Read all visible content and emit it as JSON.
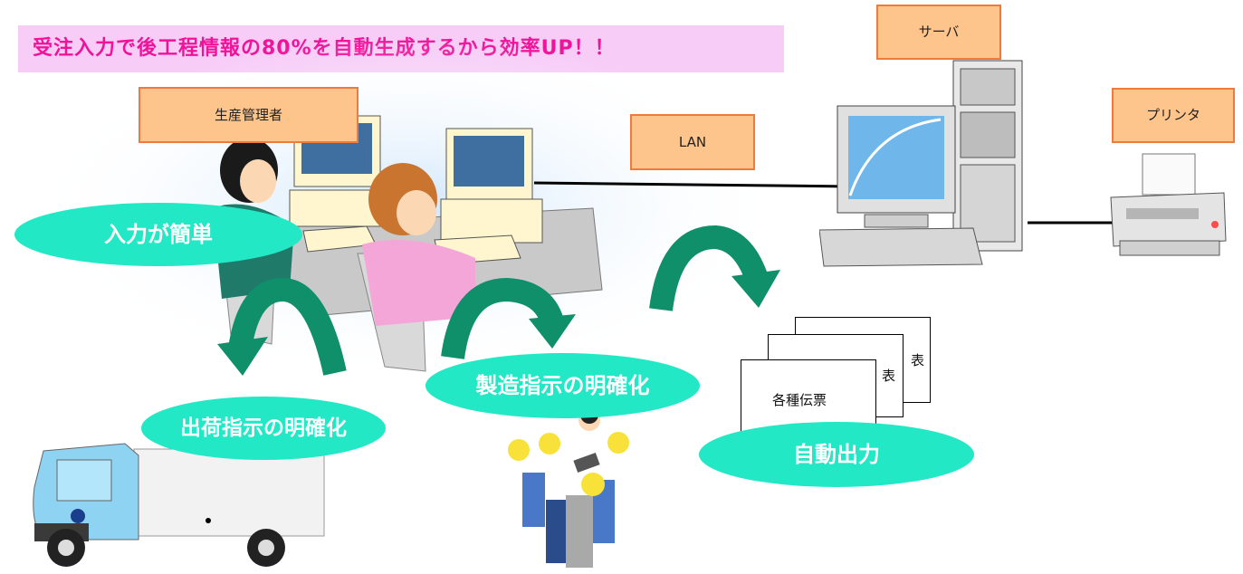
{
  "headline": "受注入力で後工程情報の80%を自動生成するから効率UP！！",
  "labels": {
    "manager": "生産管理者",
    "lan": "LAN",
    "server": "サーバ",
    "printer": "プリンタ"
  },
  "callouts": {
    "easy_input": "入力が簡単",
    "shipping_clarity": "出荷指示の明確化",
    "manufacturing_clarity": "製造指示の明確化",
    "auto_output": "自動出力"
  },
  "documents": {
    "front": "各種伝票",
    "middle_partial": "表",
    "back_partial": "表"
  },
  "colors": {
    "headline_bg": "#f7ccf7",
    "headline_text": "#f0139a",
    "label_fill": "#fdc48c",
    "label_border": "#f07a3a",
    "callout_fill": "#22e8c6",
    "arrow_fill": "#0f8f6a"
  }
}
